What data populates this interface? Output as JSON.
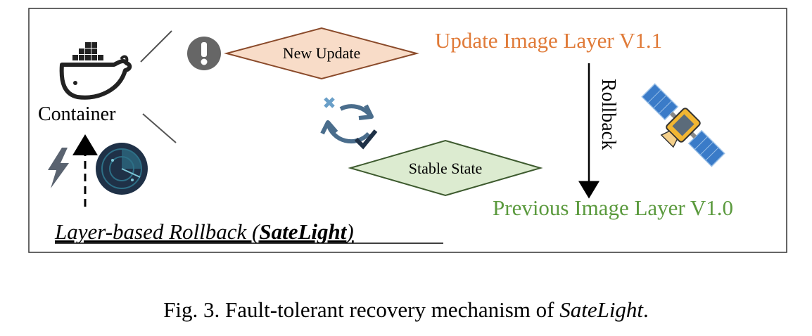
{
  "diagram": {
    "container_label": "Container",
    "new_update_label": "New Update",
    "stable_state_label": "Stable State",
    "update_layer_label": "Update Image Layer V1.1",
    "previous_layer_label": "Previous Image Layer V1.0",
    "rollback_label": "Rollback",
    "title_prefix": "Layer-based Rollback (",
    "title_bold": "SateLight",
    "title_suffix": ")",
    "colors": {
      "update_text": "#e07b39",
      "previous_text": "#5b9a3e",
      "new_update_fill": "#f8dcc8",
      "new_update_stroke": "#8a4a2a",
      "stable_fill": "#dcebd0",
      "stable_stroke": "#3d5a2e",
      "icon_gray": "#5a6370",
      "refresh_blue": "#4a6d8c",
      "radar_dark": "#1f3147",
      "radar_teal": "#2d6f86"
    },
    "icons": [
      "docker-whale-icon",
      "alert-icon",
      "refresh-cycle-icon",
      "lightning-icon",
      "radar-icon",
      "satellite-icon"
    ]
  },
  "caption": {
    "prefix": "Fig. 3.   Fault-tolerant recovery mechanism of ",
    "name": "SateLight",
    "suffix": "."
  }
}
